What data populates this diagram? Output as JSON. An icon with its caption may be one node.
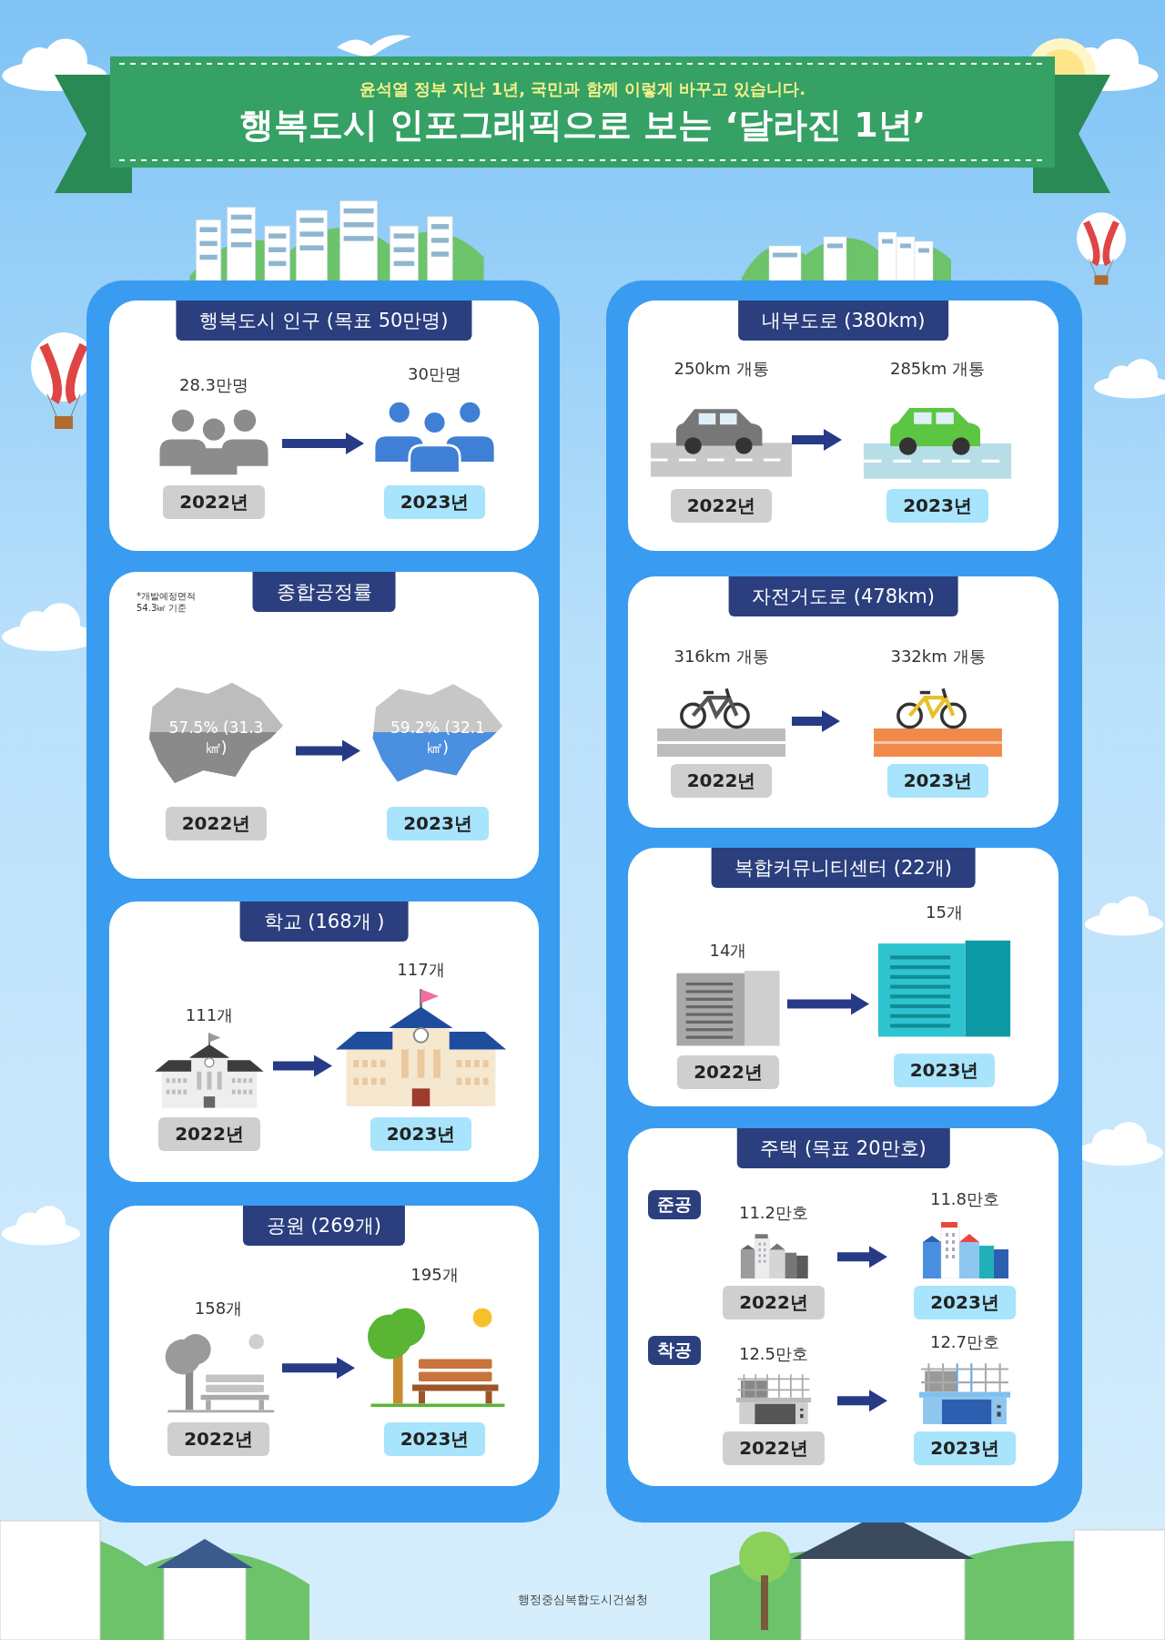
{
  "diagram": {
    "title": "행복도시 인포그래픽으로 보는 ‘달라진 1년’",
    "nodes": [
      {
        "text": [
          "행복도시 인구 (목표 50만명)"
        ]
      },
      {
        "text": [
          "28.3만명",
          "2022년"
        ],
        "in": 0
      },
      {
        "text": [
          "30만명",
          "2023년"
        ],
        "in": 0
      },
      {
        "text": [
          "종합공정률"
        ],
        "beside": [
          "*개발예정면적 54.3㎢ 기준"
        ]
      },
      {
        "text": [
          "57.5% (31.3㎢)",
          "2022년"
        ],
        "in": 3
      },
      {
        "text": [
          "59.2% (32.1㎢)",
          "2023년"
        ],
        "in": 3
      },
      {
        "text": [
          "학교 (168개 )"
        ]
      },
      {
        "text": [
          "111개",
          "2022년"
        ],
        "in": 6
      },
      {
        "text": [
          "117개",
          "2023년"
        ],
        "in": 6
      },
      {
        "text": [
          "공원 (269개)"
        ]
      },
      {
        "text": [
          "158개",
          "2022년"
        ],
        "in": 9
      },
      {
        "text": [
          "195개",
          "2023년"
        ],
        "in": 9
      },
      {
        "text": [
          "내부도로 (380km)"
        ]
      },
      {
        "text": [
          "250km 개통",
          "2022년"
        ],
        "in": 12
      },
      {
        "text": [
          "285km 개통",
          "2023년"
        ],
        "in": 12
      },
      {
        "text": [
          "자전거도로 (478km)"
        ]
      },
      {
        "text": [
          "316km 개통",
          "2022년"
        ],
        "in": 15
      },
      {
        "text": [
          "332km 개통",
          "2023년"
        ],
        "in": 15
      },
      {
        "text": [
          "복합커뮤니티센터 (22개)"
        ]
      },
      {
        "text": [
          "14개",
          "2022년"
        ],
        "in": 18
      },
      {
        "text": [
          "15개",
          "2023년"
        ],
        "in": 18
      },
      {
        "text": [
          "주택 (목표 20만호)"
        ]
      },
      {
        "text": [
          "준공"
        ],
        "in": 21
      },
      {
        "text": [
          "11.2만호",
          "2022년"
        ],
        "in": 21
      },
      {
        "text": [
          "11.8만호",
          "2023년"
        ],
        "in": 21
      },
      {
        "text": [
          "착공"
        ],
        "in": 21
      },
      {
        "text": [
          "12.5만호",
          "2022년"
        ],
        "in": 21
      },
      {
        "text": [
          "12.7만호",
          "2023년"
        ],
        "in": 21
      }
    ],
    "edges": [
      {
        "from": 1,
        "to": 2,
        "arrow": "to"
      },
      {
        "from": 4,
        "to": 5,
        "arrow": "to"
      },
      {
        "from": 7,
        "to": 8,
        "arrow": "to"
      },
      {
        "from": 10,
        "to": 11,
        "arrow": "to"
      },
      {
        "from": 13,
        "to": 14,
        "arrow": "to"
      },
      {
        "from": 16,
        "to": 17,
        "arrow": "to"
      },
      {
        "from": 19,
        "to": 20,
        "arrow": "to"
      },
      {
        "from": 23,
        "to": 24,
        "arrow": "to"
      },
      {
        "from": 26,
        "to": 27,
        "arrow": "to"
      }
    ],
    "labels": [
      "윤석열 정부 지난 1년, 국민과 함께 이렇게 바꾸고 있습니다.",
      "행정중심복합도시건설청"
    ]
  }
}
